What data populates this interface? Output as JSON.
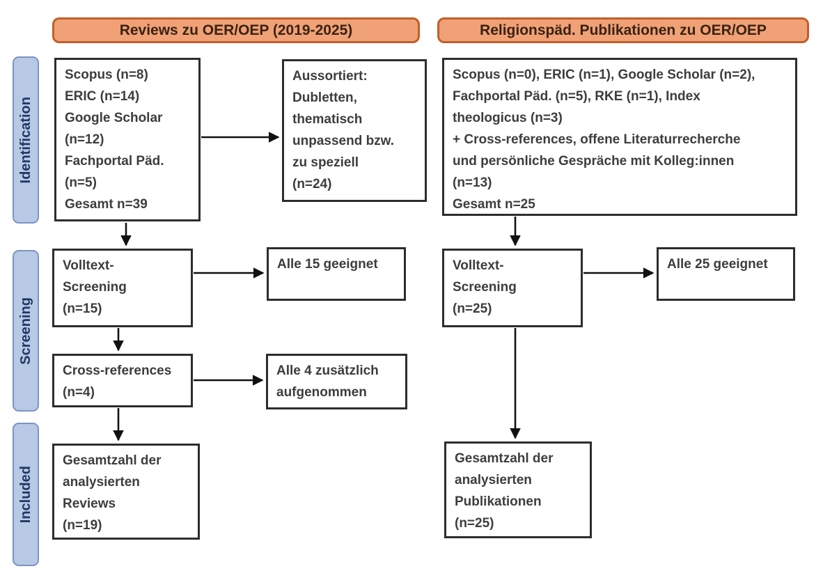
{
  "diagram_title": "PRISMA-style literature selection flow diagram",
  "headers": {
    "left": "Reviews zu OER/OEP (2019-2025)",
    "right": "Religionspäd. Publikationen zu OER/OEP"
  },
  "stages": {
    "identification": "Identification",
    "screening": "Screening",
    "included": "Included"
  },
  "left_column": {
    "sources_box": "Scopus (n=8)\nERIC (n=14)\nGoogle Scholar\n(n=12)\nFachportal Päd.\n(n=5)\nGesamt n=39",
    "excluded_box": "Aussortiert:\nDubletten,\nthematisch\nunpassend bzw.\nzu speziell\n(n=24)",
    "screening_box": "Volltext-\nScreening\n(n=15)",
    "screening_result_box": "Alle 15 geeignet",
    "crossref_box": "Cross-references\n(n=4)",
    "crossref_result_box": "Alle 4 zusätzlich\naufgenommen",
    "included_box": "Gesamtzahl der\nanalysierten\nReviews\n(n=19)"
  },
  "right_column": {
    "sources_box": "Scopus (n=0), ERIC (n=1), Google Scholar (n=2),\nFachportal Päd. (n=5), RKE (n=1), Index\ntheologicus (n=3)\n+ Cross-references, offene Literaturrecherche\nund persönliche Gespräche mit Kolleg:innen\n(n=13)\nGesamt n=25",
    "screening_box": "Volltext-\nScreening\n(n=25)",
    "screening_result_box": "Alle 25 geeignet",
    "included_box": "Gesamtzahl der\nanalysierten\nPublikationen\n(n=25)"
  },
  "colors": {
    "header_fill": "#F0A176",
    "header_border": "#C05F28",
    "header_text": "#3A2214",
    "stage_fill": "#B7C9E5",
    "stage_border": "#7D94C0",
    "stage_text": "#1F3864",
    "box_border": "#2D2D2D",
    "box_text": "#3D3D3D",
    "arrow": "#111111",
    "background": "#FFFFFF"
  }
}
